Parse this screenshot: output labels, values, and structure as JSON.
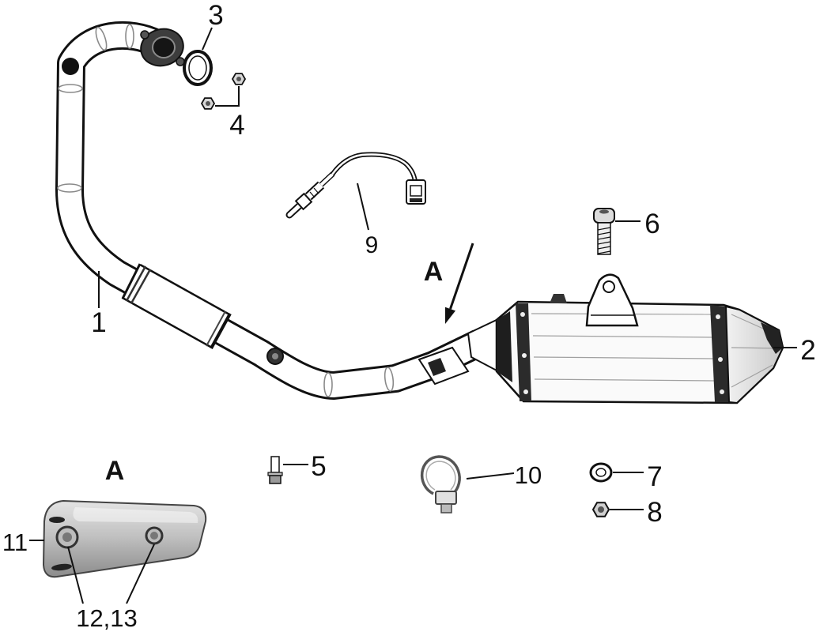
{
  "diagram": {
    "callouts": {
      "exhaust_pipe": "1",
      "muffler": "2",
      "gasket": "3",
      "flange_nuts": "4",
      "bolt": "5",
      "muffler_bolt": "6",
      "washer": "7",
      "nut": "8",
      "oxygen_sensor": "9",
      "clamp": "10",
      "heat_shield": "11",
      "heat_shield_bolts": "12,13"
    },
    "view_arrow_label": "A",
    "detail_view_label": "A"
  }
}
